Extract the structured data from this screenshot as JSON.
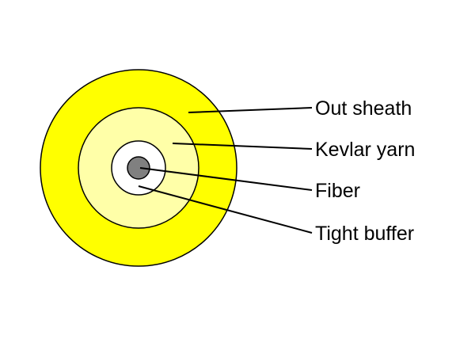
{
  "colors": {
    "out_sheath": "#ffff00",
    "kevlar_yarn": "#ffffa8",
    "tight_buffer": "#ffffff",
    "fiber": "#808080",
    "outline": "#000000",
    "leader_line": "#000000"
  },
  "labels": {
    "out_sheath": "Out sheath",
    "kevlar_yarn": "Kevlar yarn",
    "fiber": "Fiber",
    "tight_buffer": "Tight buffer"
  }
}
